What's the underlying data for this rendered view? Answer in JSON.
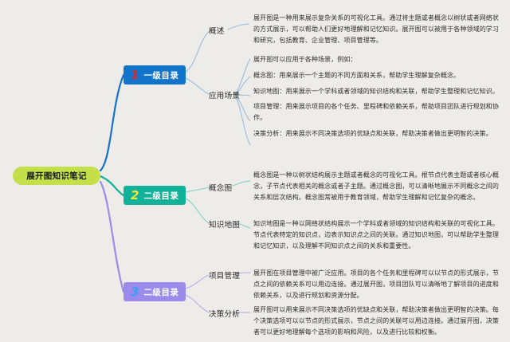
{
  "document": {
    "type": "mindmap",
    "background_color": "#eeece8",
    "root": {
      "label": "展开图知识笔记",
      "color": "#c4df4a"
    }
  },
  "branches": [
    {
      "number": "1",
      "label": "一级目录",
      "color": "#1273ca",
      "number_color": "#d42a2a",
      "line_color": "#8fb8dd",
      "subtopics": [
        {
          "label": "概述",
          "paragraphs": [
            "展开图是一种用来展示复杂关系的可视化工具。通过将主题或者概念以树状或者网络状的方式展示，可以帮助人们更好地理解和记忆知识。展开图可以被用于各种领域的学习和研究，包括教育、企业管理、项目管理等。"
          ]
        },
        {
          "label": "应用场景",
          "paragraphs": [
            "展开图可以应用于各种场景，例如：",
            "概念图：用来展示一个主题的不同方面和关系，帮助学生理解复杂概念。",
            "知识地图：用来展示一个学科或者领域的知识结构和关联，帮助学生整理和记忆知识。",
            "项目管理：用来展示项目的各个任务、里程碑和依赖关系，帮助项目团队进行规划和协作。",
            "决策分析：用来展示不同决策选项的优缺点和关联，帮助决策者做出更明智的决策。"
          ]
        }
      ]
    },
    {
      "number": "2",
      "label": "二级目录",
      "color": "#12b29a",
      "number_color": "#f2e632",
      "line_color": "#7fcfc4",
      "subtopics": [
        {
          "label": "概念图",
          "paragraphs": [
            "概念图是一种以树状结构展示主题或者概念的可视化工具。根节点代表主题或者核心概念，子节点代表相关的概念或者子主题。通过概念图，可以清晰地展示不同概念之间的关系和层次结构。概念图常被用于教育领域，帮助学生理解和记忆复杂的概念。"
          ]
        },
        {
          "label": "知识地图",
          "paragraphs": [
            "知识地图是一种以网络状结构展示一个学科或者领域的知识结构和关联的可视化工具。节点代表特定的知识点，边表示知识点之间的关联。通过知识地图，可以帮助学生整理和记忆知识，以及理解不同知识点之间的关系和重要性。"
          ]
        }
      ]
    },
    {
      "number": "3",
      "label": "二级目录",
      "color": "#9b8bea",
      "number_color": "#3aa0f2",
      "line_color": "#b3a8e8",
      "subtopics": [
        {
          "label": "项目管理",
          "paragraphs": [
            "展开图在项目管理中被广泛应用。项目的各个任务和里程碑可以以节点的形式展示，节点之间的依赖关系可以用边连接。通过展开图，项目团队可以清晰地了解项目的进度和依赖关系，以及进行规划和资源分配。"
          ]
        },
        {
          "label": "决策分析",
          "paragraphs": [
            "展开图可以用来展示不同决策选项的优缺点和关联，帮助决策者做出更明智的决策。每个决策选项可以以节点的形式展示，节点之间的关联可以用边连接。通过展开图，决策者可以更好地理解每个选项的影响和风险，以及进行比较和权衡。"
          ]
        }
      ]
    }
  ]
}
